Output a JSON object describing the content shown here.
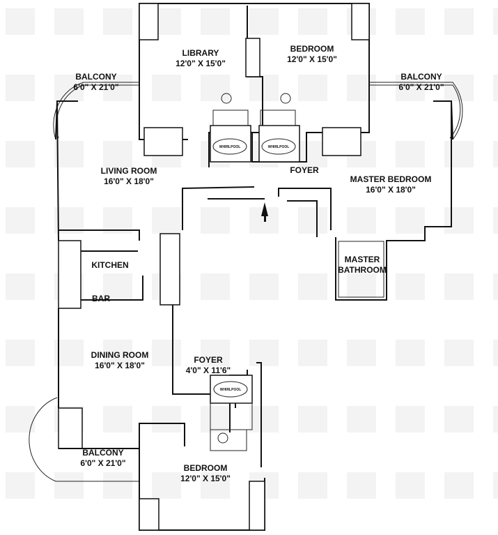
{
  "rooms": {
    "library": {
      "name": "LIBRARY",
      "size": "12'0\" X 15'0\""
    },
    "bedroom_top": {
      "name": "BEDROOM",
      "size": "12'0\" X 15'0\""
    },
    "balcony_left_top": {
      "name": "BALCONY",
      "size": "6'0\" X 21'0\""
    },
    "balcony_right_top": {
      "name": "BALCONY",
      "size": "6'0\" X 21'0\""
    },
    "living_room": {
      "name": "LIVING ROOM",
      "size": "16'0\" X 18'0\""
    },
    "foyer_main": {
      "name": "FOYER"
    },
    "master_bedroom": {
      "name": "MASTER BEDROOM",
      "size": "16'0\" X 18'0\""
    },
    "master_bathroom": {
      "name_line1": "MASTER",
      "name_line2": "BATHROOM"
    },
    "kitchen": {
      "name": "KITCHEN"
    },
    "bar": {
      "name": "BAR"
    },
    "dining_room": {
      "name": "DINING ROOM",
      "size": "16'0\" X 18'0\""
    },
    "foyer_small": {
      "name": "FOYER",
      "size": "4'0\" X 11'6\""
    },
    "balcony_bottom": {
      "name": "BALCONY",
      "size": "6'0\" X 21'0\""
    },
    "bedroom_bottom": {
      "name": "BEDROOM",
      "size": "12'0\" X 15'0\""
    }
  },
  "fixtures": {
    "whirlpool_label": "WHIRLPOOL"
  }
}
